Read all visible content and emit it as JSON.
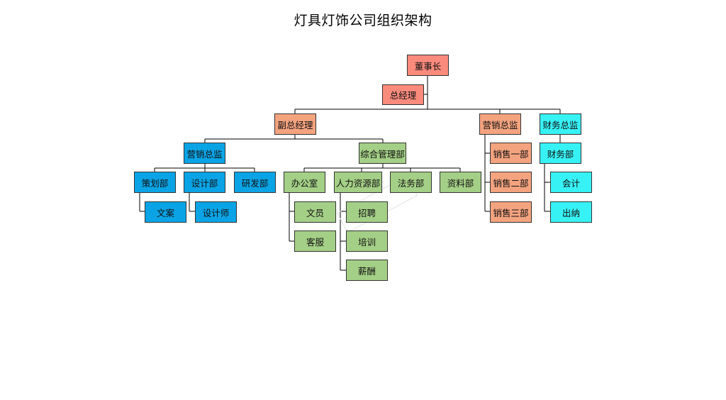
{
  "title": "灯具灯饰公司组织架构",
  "colors": {
    "executive": "#fa8a7c",
    "salmon": "#f4a37f",
    "blue": "#0aa4e6",
    "green": "#a4cf86",
    "cyan": "#37f2f5",
    "line": "#000000"
  },
  "nodes": {
    "chairman": "董事长",
    "general_manager": "总经理",
    "vice_gm": "副总经理",
    "marketing_director_right": "营销总监",
    "finance_director": "财务总监",
    "marketing_director_left": "营销总监",
    "admin_dept": "综合管理部",
    "finance_dept": "财务部",
    "planning_dept": "策划部",
    "design_dept": "设计部",
    "rd_dept": "研发部",
    "office": "办公室",
    "hr_dept": "人力资源部",
    "legal_dept": "法务部",
    "archive_dept": "资料部",
    "sales_1": "销售一部",
    "sales_2": "销售二部",
    "sales_3": "销售三部",
    "accounting": "会计",
    "cashier": "出纳",
    "copywriting": "文案",
    "designer": "设计师",
    "clerk": "文员",
    "customer_service": "客服",
    "recruiting": "招聘",
    "training": "培训",
    "compensation": "薪酬"
  }
}
